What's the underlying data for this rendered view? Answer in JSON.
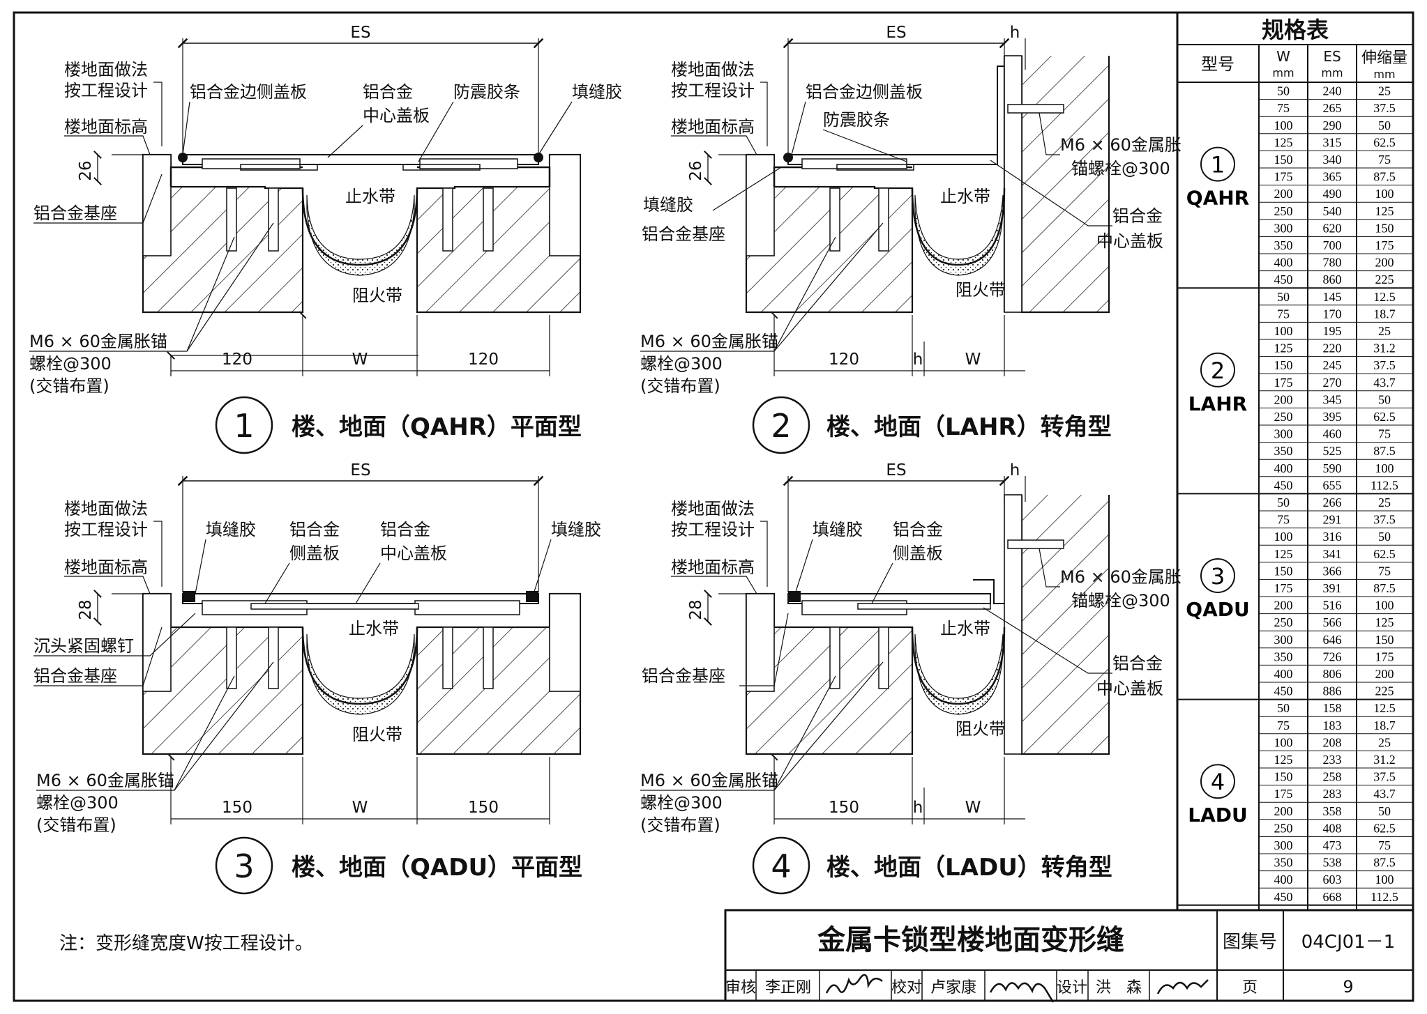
{
  "drawings": [
    {
      "number": "1",
      "caption": "楼、地面（QAHR）平面型",
      "es": "ES",
      "height_dim": "26",
      "dim_left": "120",
      "dim_mid": "W",
      "dim_right": "120",
      "labels": {
        "floor_finish_1": "楼地面做法",
        "floor_finish_2": "按工程设计",
        "floor_level": "楼地面标高",
        "base": "铝合金基座",
        "side_cover": "铝合金边侧盖板",
        "center_cover_1": "铝合金",
        "center_cover_2": "中心盖板",
        "seismic_strip": "防震胶条",
        "sealant": "填缝胶",
        "waterstop": "止水带",
        "fire_strip": "阻火带",
        "anchor_1": "M6 × 60金属胀锚",
        "anchor_2": "螺栓@300",
        "anchor_3": "(交错布置)"
      }
    },
    {
      "number": "2",
      "caption": "楼、地面（LAHR）转角型",
      "es": "ES",
      "h": "h",
      "height_dim": "26",
      "dim_left": "120",
      "dim_h": "h",
      "dim_right": "W",
      "labels": {
        "floor_finish_1": "楼地面做法",
        "floor_finish_2": "按工程设计",
        "floor_level": "楼地面标高",
        "side_cover": "铝合金边侧盖板",
        "seismic_strip": "防震胶条",
        "sealant": "填缝胶",
        "base": "铝合金基座",
        "waterstop": "止水带",
        "fire_strip": "阻火带",
        "wall_anchor_1": "M6 × 60金属胀",
        "wall_anchor_2": "锚螺栓@300",
        "center_cover_1": "铝合金",
        "center_cover_2": "中心盖板",
        "anchor_1": "M6 × 60金属胀锚",
        "anchor_2": "螺栓@300",
        "anchor_3": "(交错布置)"
      }
    },
    {
      "number": "3",
      "caption": "楼、地面（QADU）平面型",
      "es": "ES",
      "height_dim": "28",
      "dim_left": "150",
      "dim_mid": "W",
      "dim_right": "150",
      "labels": {
        "floor_finish_1": "楼地面做法",
        "floor_finish_2": "按工程设计",
        "floor_level": "楼地面标高",
        "sealant_l": "填缝胶",
        "side_cover_1": "铝合金",
        "side_cover_2": "侧盖板",
        "center_cover_1": "铝合金",
        "center_cover_2": "中心盖板",
        "sealant_r": "填缝胶",
        "screw": "沉头紧固螺钉",
        "base": "铝合金基座",
        "waterstop": "止水带",
        "fire_strip": "阻火带",
        "anchor_1": "M6 × 60金属胀锚",
        "anchor_2": "螺栓@300",
        "anchor_3": "(交错布置)"
      }
    },
    {
      "number": "4",
      "caption": "楼、地面（LADU）转角型",
      "es": "ES",
      "h": "h",
      "height_dim": "28",
      "dim_left": "150",
      "dim_h": "h",
      "dim_right": "W",
      "labels": {
        "floor_finish_1": "楼地面做法",
        "floor_finish_2": "按工程设计",
        "floor_level": "楼地面标高",
        "sealant": "填缝胶",
        "side_cover_1": "铝合金",
        "side_cover_2": "侧盖板",
        "base": "铝合金基座",
        "waterstop": "止水带",
        "fire_strip": "阻火带",
        "wall_anchor_1": "M6 × 60金属胀",
        "wall_anchor_2": "锚螺栓@300",
        "center_cover_1": "铝合金",
        "center_cover_2": "中心盖板",
        "anchor_1": "M6 × 60金属胀锚",
        "anchor_2": "螺栓@300",
        "anchor_3": "(交错布置)"
      }
    }
  ],
  "spec_table": {
    "title": "规格表",
    "headers": {
      "model": "型号",
      "w": "W",
      "es": "ES",
      "exp": "伸缩量",
      "unit": "mm"
    },
    "groups": [
      {
        "number": "1",
        "model": "QAHR",
        "rows": [
          [
            "50",
            "240",
            "25"
          ],
          [
            "75",
            "265",
            "37.5"
          ],
          [
            "100",
            "290",
            "50"
          ],
          [
            "125",
            "315",
            "62.5"
          ],
          [
            "150",
            "340",
            "75"
          ],
          [
            "175",
            "365",
            "87.5"
          ],
          [
            "200",
            "490",
            "100"
          ],
          [
            "250",
            "540",
            "125"
          ],
          [
            "300",
            "620",
            "150"
          ],
          [
            "350",
            "700",
            "175"
          ],
          [
            "400",
            "780",
            "200"
          ],
          [
            "450",
            "860",
            "225"
          ]
        ]
      },
      {
        "number": "2",
        "model": "LAHR",
        "rows": [
          [
            "50",
            "145",
            "12.5"
          ],
          [
            "75",
            "170",
            "18.7"
          ],
          [
            "100",
            "195",
            "25"
          ],
          [
            "125",
            "220",
            "31.2"
          ],
          [
            "150",
            "245",
            "37.5"
          ],
          [
            "175",
            "270",
            "43.7"
          ],
          [
            "200",
            "345",
            "50"
          ],
          [
            "250",
            "395",
            "62.5"
          ],
          [
            "300",
            "460",
            "75"
          ],
          [
            "350",
            "525",
            "87.5"
          ],
          [
            "400",
            "590",
            "100"
          ],
          [
            "450",
            "655",
            "112.5"
          ]
        ]
      },
      {
        "number": "3",
        "model": "QADU",
        "rows": [
          [
            "50",
            "266",
            "25"
          ],
          [
            "75",
            "291",
            "37.5"
          ],
          [
            "100",
            "316",
            "50"
          ],
          [
            "125",
            "341",
            "62.5"
          ],
          [
            "150",
            "366",
            "75"
          ],
          [
            "175",
            "391",
            "87.5"
          ],
          [
            "200",
            "516",
            "100"
          ],
          [
            "250",
            "566",
            "125"
          ],
          [
            "300",
            "646",
            "150"
          ],
          [
            "350",
            "726",
            "175"
          ],
          [
            "400",
            "806",
            "200"
          ],
          [
            "450",
            "886",
            "225"
          ]
        ]
      },
      {
        "number": "4",
        "model": "LADU",
        "rows": [
          [
            "50",
            "158",
            "12.5"
          ],
          [
            "75",
            "183",
            "18.7"
          ],
          [
            "100",
            "208",
            "25"
          ],
          [
            "125",
            "233",
            "31.2"
          ],
          [
            "150",
            "258",
            "37.5"
          ],
          [
            "175",
            "283",
            "43.7"
          ],
          [
            "200",
            "358",
            "50"
          ],
          [
            "250",
            "408",
            "62.5"
          ],
          [
            "300",
            "473",
            "75"
          ],
          [
            "350",
            "538",
            "87.5"
          ],
          [
            "400",
            "603",
            "100"
          ],
          [
            "450",
            "668",
            "112.5"
          ]
        ]
      }
    ]
  },
  "note": "注：变形缝宽度W按工程设计。",
  "title_block": {
    "title": "金属卡锁型楼地面变形缝",
    "atlas_label": "图集号",
    "atlas_no": "04CJ01－1",
    "review_label": "审核",
    "reviewer": "李正刚",
    "check_label": "校对",
    "checker": "卢家康",
    "design_label": "设计",
    "designer": "洪　森",
    "page_label": "页",
    "page_no": "9"
  }
}
